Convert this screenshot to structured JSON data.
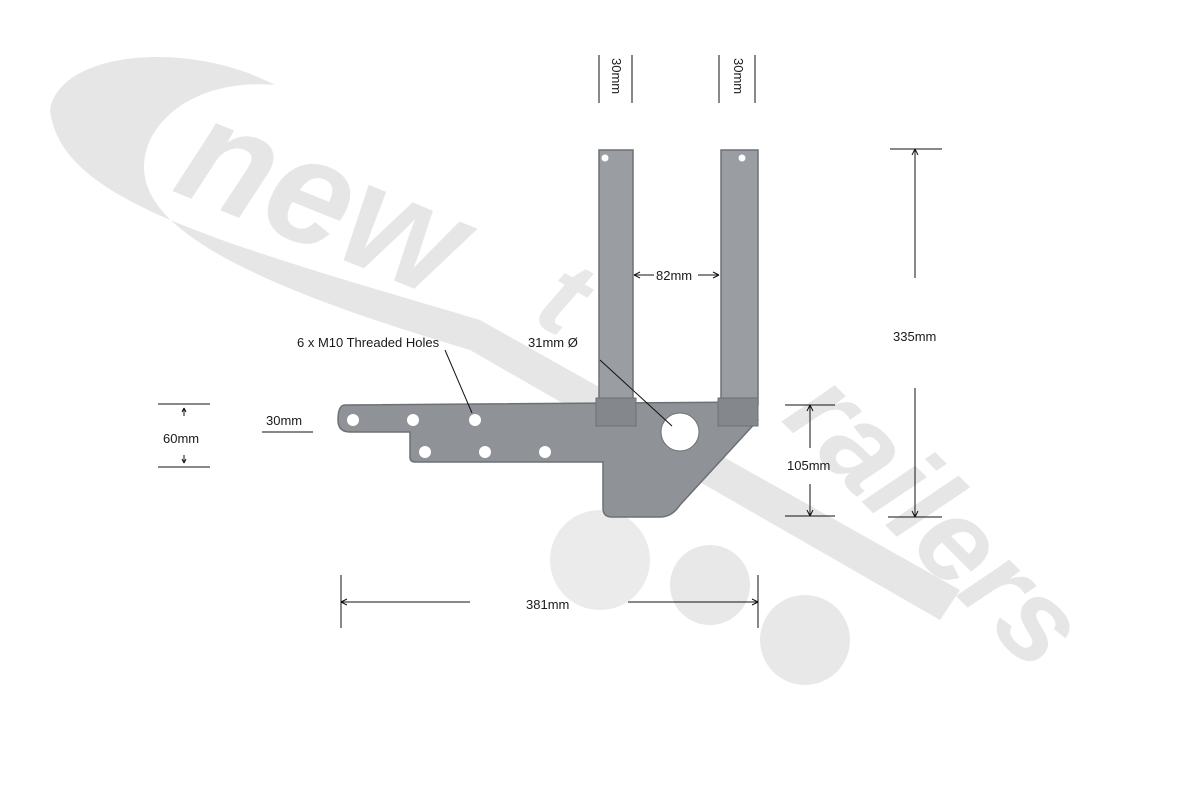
{
  "watermark": {
    "text": "newtontrailers",
    "color": "#e4e4e4"
  },
  "part": {
    "fill": "#8f9296",
    "edge": "#6d7074",
    "hole_fill": "#ffffff"
  },
  "dimensions": {
    "tab_left_width": "30mm",
    "tab_right_width": "30mm",
    "tab_gap": "82mm",
    "overall_height": "335mm",
    "large_hole": "31mm Ø",
    "threaded_holes": "6 x M10 Threaded Holes",
    "left_arm_width": "30mm",
    "left_arm_height": "60mm",
    "lower_block_height": "105mm",
    "overall_length": "381mm"
  },
  "colors": {
    "line": "#111111",
    "text": "#1a1a1a"
  }
}
